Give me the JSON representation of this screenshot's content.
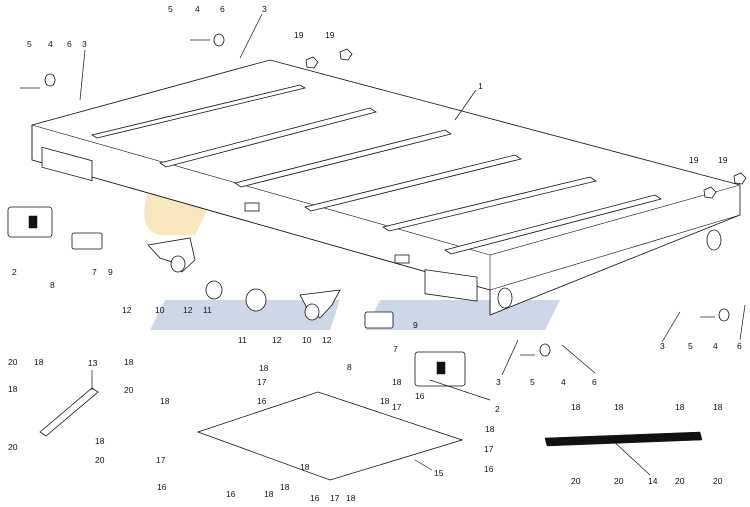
{
  "diagram": {
    "callouts": [
      {
        "id": "c1",
        "text": "1"
      },
      {
        "id": "c2a",
        "text": "2"
      },
      {
        "id": "c2b",
        "text": "2"
      },
      {
        "id": "c3a",
        "text": "3"
      },
      {
        "id": "c3b",
        "text": "3"
      },
      {
        "id": "c3c",
        "text": "3"
      },
      {
        "id": "c3d",
        "text": "3"
      },
      {
        "id": "c4a",
        "text": "4"
      },
      {
        "id": "c4b",
        "text": "4"
      },
      {
        "id": "c4c",
        "text": "4"
      },
      {
        "id": "c4d",
        "text": "4"
      },
      {
        "id": "c5a",
        "text": "5"
      },
      {
        "id": "c5b",
        "text": "5"
      },
      {
        "id": "c5c",
        "text": "5"
      },
      {
        "id": "c5d",
        "text": "5"
      },
      {
        "id": "c6a",
        "text": "6"
      },
      {
        "id": "c6b",
        "text": "6"
      },
      {
        "id": "c6c",
        "text": "6"
      },
      {
        "id": "c6d",
        "text": "6"
      },
      {
        "id": "c7a",
        "text": "7"
      },
      {
        "id": "c7b",
        "text": "7"
      },
      {
        "id": "c8a",
        "text": "8"
      },
      {
        "id": "c8b",
        "text": "8"
      },
      {
        "id": "c9a",
        "text": "9"
      },
      {
        "id": "c9b",
        "text": "9"
      },
      {
        "id": "c10a",
        "text": "10"
      },
      {
        "id": "c10b",
        "text": "10"
      },
      {
        "id": "c11a",
        "text": "11"
      },
      {
        "id": "c11b",
        "text": "11"
      },
      {
        "id": "c12a",
        "text": "12"
      },
      {
        "id": "c12b",
        "text": "12"
      },
      {
        "id": "c12c",
        "text": "12"
      },
      {
        "id": "c12d",
        "text": "12"
      },
      {
        "id": "c13",
        "text": "13"
      },
      {
        "id": "c14",
        "text": "14"
      },
      {
        "id": "c15",
        "text": "15"
      },
      {
        "id": "c16a",
        "text": "16"
      },
      {
        "id": "c16b",
        "text": "16"
      },
      {
        "id": "c16c",
        "text": "16"
      },
      {
        "id": "c16d",
        "text": "16"
      },
      {
        "id": "c16e",
        "text": "16"
      },
      {
        "id": "c16f",
        "text": "16"
      },
      {
        "id": "c17a",
        "text": "17"
      },
      {
        "id": "c17b",
        "text": "17"
      },
      {
        "id": "c17c",
        "text": "17"
      },
      {
        "id": "c17d",
        "text": "17"
      },
      {
        "id": "c17e",
        "text": "17"
      },
      {
        "id": "c18a",
        "text": "18"
      },
      {
        "id": "c18b",
        "text": "18"
      },
      {
        "id": "c18c",
        "text": "18"
      },
      {
        "id": "c18d",
        "text": "18"
      },
      {
        "id": "c18e",
        "text": "18"
      },
      {
        "id": "c18f",
        "text": "18"
      },
      {
        "id": "c18g",
        "text": "18"
      },
      {
        "id": "c18h",
        "text": "18"
      },
      {
        "id": "c18i",
        "text": "18"
      },
      {
        "id": "c18j",
        "text": "18"
      },
      {
        "id": "c18k",
        "text": "18"
      },
      {
        "id": "c18l",
        "text": "18"
      },
      {
        "id": "c18m",
        "text": "18"
      },
      {
        "id": "c18n",
        "text": "18"
      },
      {
        "id": "c18o",
        "text": "18"
      },
      {
        "id": "c18p",
        "text": "18"
      },
      {
        "id": "c18q",
        "text": "18"
      },
      {
        "id": "c19a",
        "text": "19"
      },
      {
        "id": "c19b",
        "text": "19"
      },
      {
        "id": "c19c",
        "text": "19"
      },
      {
        "id": "c19d",
        "text": "19"
      },
      {
        "id": "c20a",
        "text": "20"
      },
      {
        "id": "c20b",
        "text": "20"
      },
      {
        "id": "c20c",
        "text": "20"
      },
      {
        "id": "c20d",
        "text": "20"
      },
      {
        "id": "c20e",
        "text": "20"
      },
      {
        "id": "c20f",
        "text": "20"
      },
      {
        "id": "c20g",
        "text": "20"
      },
      {
        "id": "c20h",
        "text": "20"
      }
    ],
    "watermark": {
      "colors": {
        "yellow": "#f7e3b5",
        "blue": "#c9d3e6"
      }
    }
  }
}
